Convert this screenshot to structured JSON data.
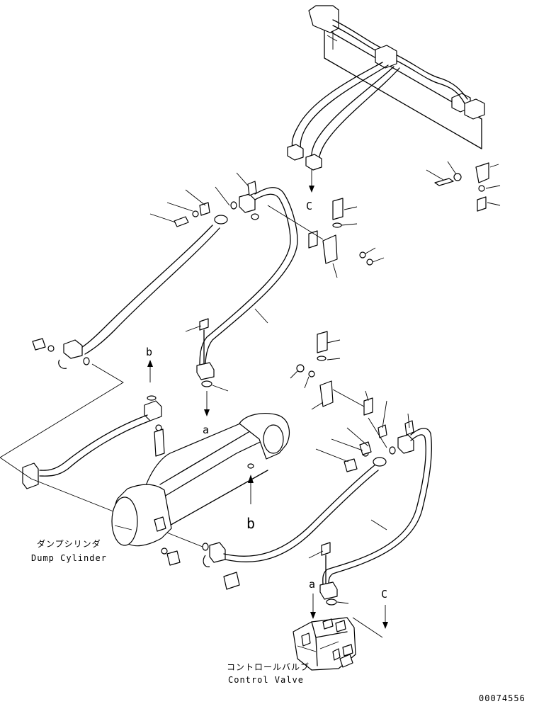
{
  "parts": {
    "dump_cylinder": {
      "jp": "ダンプシリンダ",
      "en": "Dump Cylinder"
    },
    "control_valve": {
      "jp": "コントロールバルブ",
      "en": "Control Valve"
    }
  },
  "refs": {
    "a": "a",
    "b": "b",
    "c": "C"
  },
  "drawing_number": "00074556"
}
